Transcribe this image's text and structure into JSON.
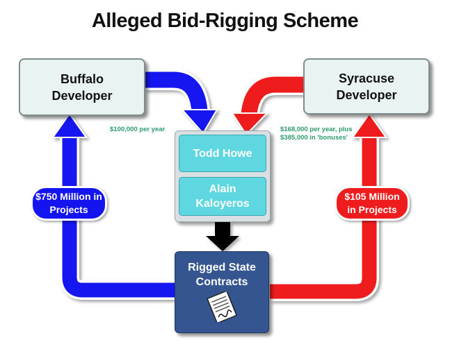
{
  "title": "Alleged Bid-Rigging Scheme",
  "nodes": {
    "buffalo": "Buffalo Developer",
    "syracuse": "Syracuse Developer",
    "todd": "Todd Howe",
    "alain": "Alain Kaloyeros",
    "contracts": "Rigged State Contracts"
  },
  "labels": {
    "buffalo_pay": "$100,000 per year",
    "syracuse_pay": "$168,000 per year, plus $385,000 in 'bonuses'",
    "buffalo_projects": "$750 Million in Projects",
    "syracuse_projects": "$105 Million in Projects"
  },
  "colors": {
    "blue_flow": "#1414f0",
    "red_flow": "#ee1c1c",
    "center_arrow": "#000000",
    "contracts_box": "#34558f",
    "officials_box": "#5fd7e0",
    "payment_text": "#2e9a6c"
  },
  "icons": [
    "contract-document-icon"
  ]
}
